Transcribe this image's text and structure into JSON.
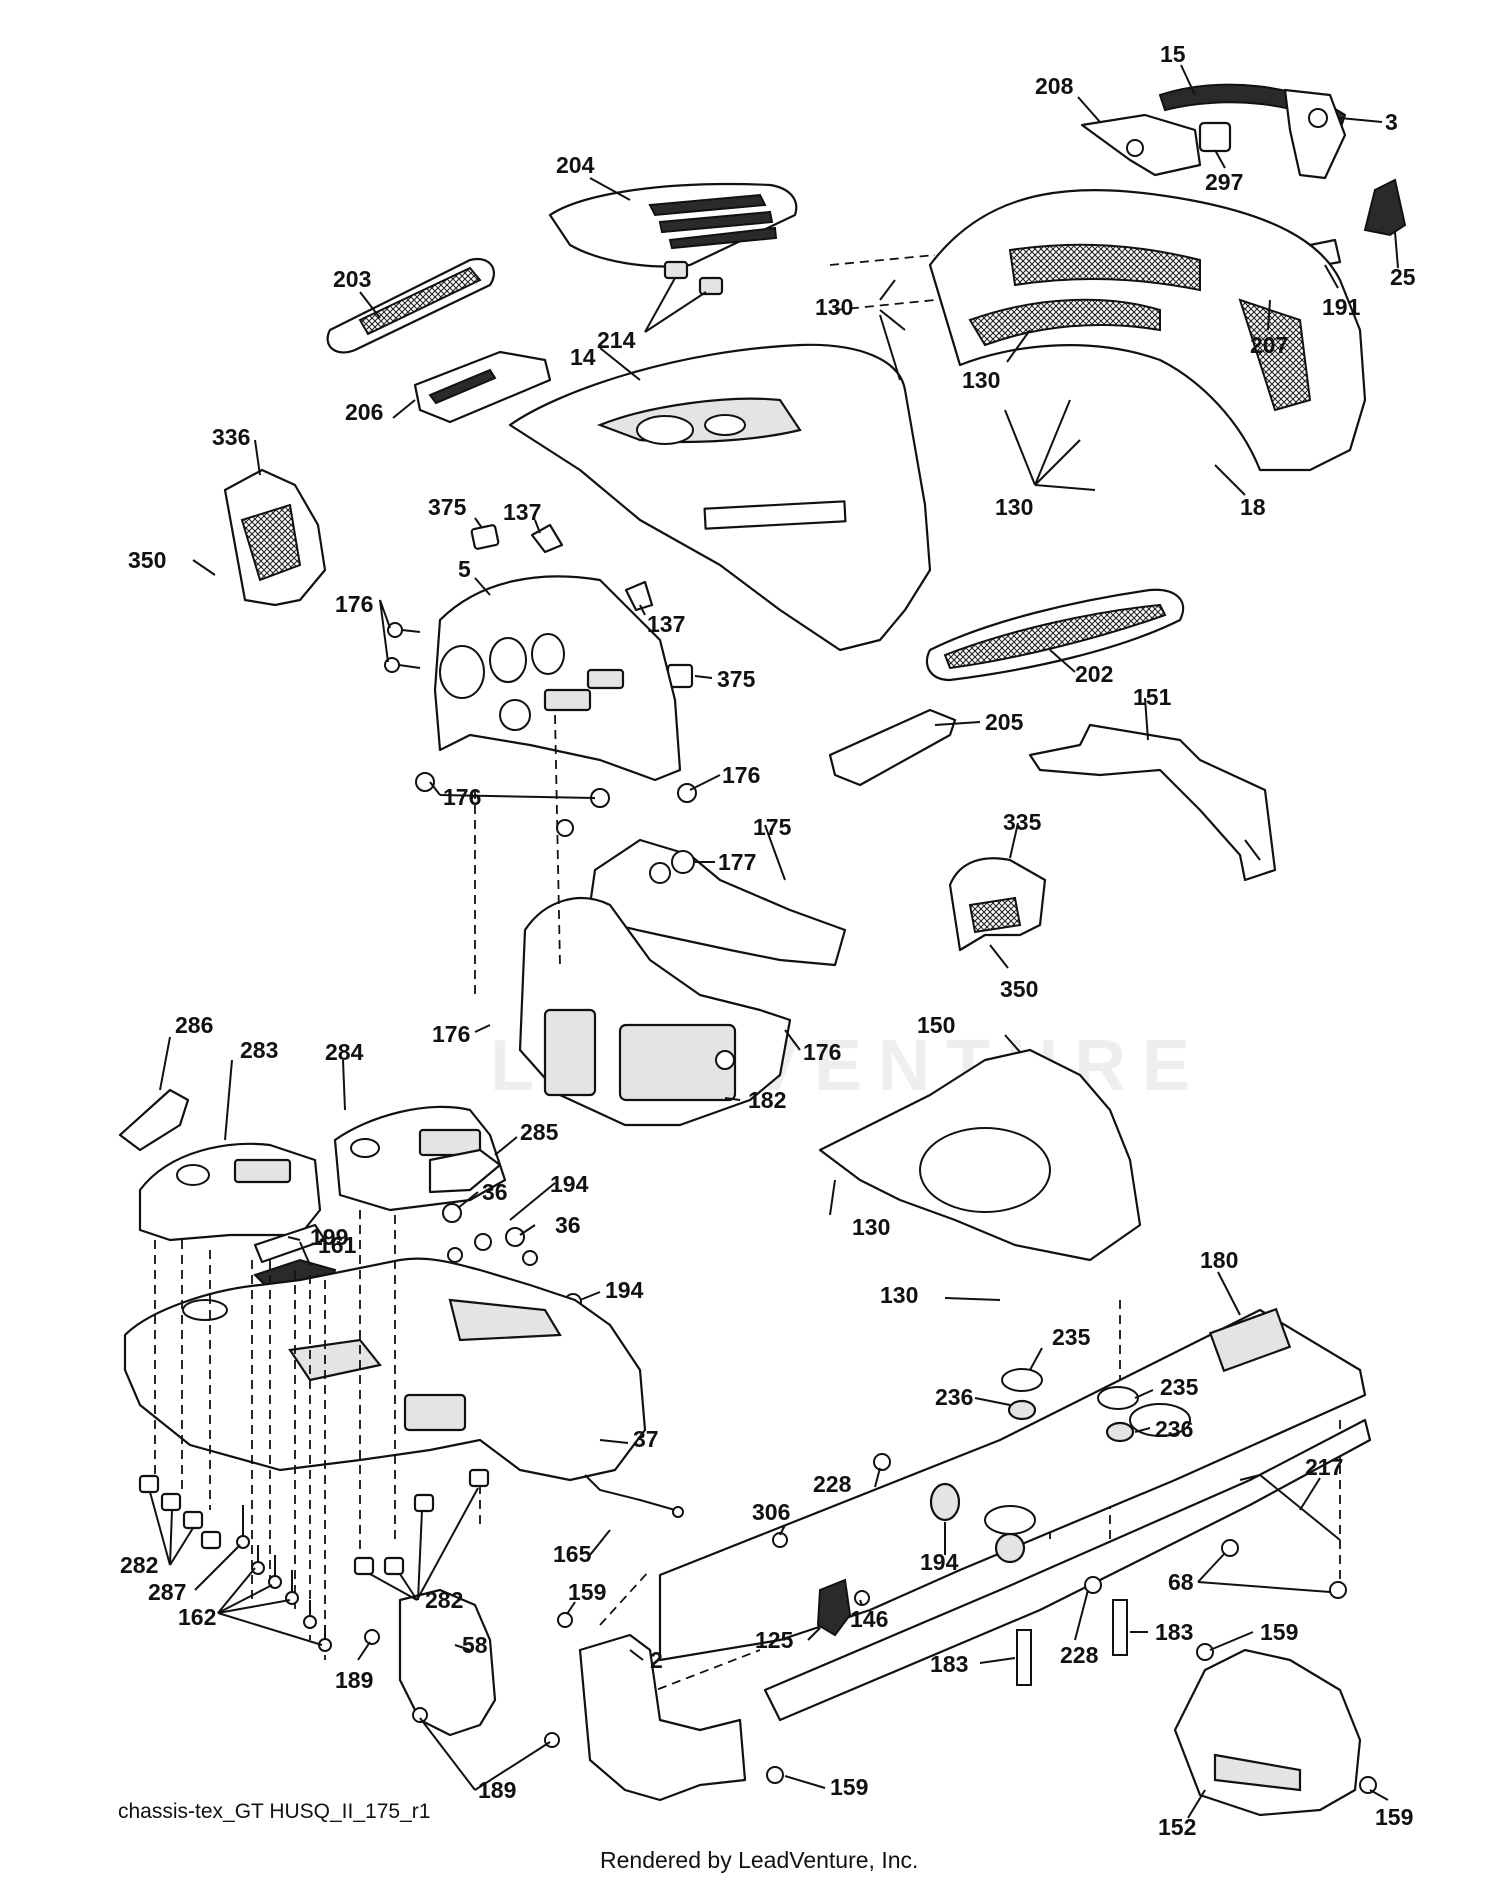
{
  "diagram": {
    "caption": "chassis-tex_GT HUSQ_II_175_r1",
    "credit": "Rendered by LeadVenture, Inc.",
    "watermark": "LEADVENTURE"
  },
  "callouts": [
    {
      "id": "c15",
      "label": "15"
    },
    {
      "id": "c208",
      "label": "208"
    },
    {
      "id": "c3",
      "label": "3"
    },
    {
      "id": "c297",
      "label": "297"
    },
    {
      "id": "c204",
      "label": "204"
    },
    {
      "id": "c25",
      "label": "25"
    },
    {
      "id": "c203",
      "label": "203"
    },
    {
      "id": "c130a",
      "label": "130"
    },
    {
      "id": "c191",
      "label": "191"
    },
    {
      "id": "c214",
      "label": "214"
    },
    {
      "id": "c207",
      "label": "207"
    },
    {
      "id": "c14",
      "label": "14"
    },
    {
      "id": "c130b",
      "label": "130"
    },
    {
      "id": "c206",
      "label": "206"
    },
    {
      "id": "c336",
      "label": "336"
    },
    {
      "id": "c130c",
      "label": "130"
    },
    {
      "id": "c18",
      "label": "18"
    },
    {
      "id": "c375a",
      "label": "375"
    },
    {
      "id": "c137a",
      "label": "137"
    },
    {
      "id": "c350a",
      "label": "350"
    },
    {
      "id": "c5",
      "label": "5"
    },
    {
      "id": "c176a",
      "label": "176"
    },
    {
      "id": "c137b",
      "label": "137"
    },
    {
      "id": "c375b",
      "label": "375"
    },
    {
      "id": "c202",
      "label": "202"
    },
    {
      "id": "c151",
      "label": "151"
    },
    {
      "id": "c205",
      "label": "205"
    },
    {
      "id": "c176b",
      "label": "176"
    },
    {
      "id": "c176c",
      "label": "176"
    },
    {
      "id": "c175",
      "label": "175"
    },
    {
      "id": "c335",
      "label": "335"
    },
    {
      "id": "c177",
      "label": "177"
    },
    {
      "id": "c350b",
      "label": "350"
    },
    {
      "id": "c150",
      "label": "150"
    },
    {
      "id": "c286",
      "label": "286"
    },
    {
      "id": "c176d",
      "label": "176"
    },
    {
      "id": "c176e",
      "label": "176"
    },
    {
      "id": "c283",
      "label": "283"
    },
    {
      "id": "c284",
      "label": "284"
    },
    {
      "id": "c182",
      "label": "182"
    },
    {
      "id": "c285",
      "label": "285"
    },
    {
      "id": "c194a",
      "label": "194"
    },
    {
      "id": "c36a",
      "label": "36"
    },
    {
      "id": "c36b",
      "label": "36"
    },
    {
      "id": "c130d",
      "label": "130"
    },
    {
      "id": "c199",
      "label": "199"
    },
    {
      "id": "c161",
      "label": "161"
    },
    {
      "id": "c194b",
      "label": "194"
    },
    {
      "id": "c180",
      "label": "180"
    },
    {
      "id": "c130e",
      "label": "130"
    },
    {
      "id": "c235a",
      "label": "235"
    },
    {
      "id": "c236a",
      "label": "236"
    },
    {
      "id": "c235b",
      "label": "235"
    },
    {
      "id": "c236b",
      "label": "236"
    },
    {
      "id": "c37",
      "label": "37"
    },
    {
      "id": "c217",
      "label": "217"
    },
    {
      "id": "c228a",
      "label": "228"
    },
    {
      "id": "c306",
      "label": "306"
    },
    {
      "id": "c165",
      "label": "165"
    },
    {
      "id": "c194c",
      "label": "194"
    },
    {
      "id": "c68",
      "label": "68"
    },
    {
      "id": "c282a",
      "label": "282"
    },
    {
      "id": "c287",
      "label": "287"
    },
    {
      "id": "c282b",
      "label": "282"
    },
    {
      "id": "c159a",
      "label": "159"
    },
    {
      "id": "c146",
      "label": "146"
    },
    {
      "id": "c162",
      "label": "162"
    },
    {
      "id": "c58",
      "label": "58"
    },
    {
      "id": "c125",
      "label": "125"
    },
    {
      "id": "c228b",
      "label": "228"
    },
    {
      "id": "c183a",
      "label": "183"
    },
    {
      "id": "c159b",
      "label": "159"
    },
    {
      "id": "c2",
      "label": "2"
    },
    {
      "id": "c183b",
      "label": "183"
    },
    {
      "id": "c189a",
      "label": "189"
    },
    {
      "id": "c159c",
      "label": "159"
    },
    {
      "id": "c189b",
      "label": "189"
    },
    {
      "id": "c159d",
      "label": "159"
    },
    {
      "id": "c152",
      "label": "152"
    }
  ]
}
